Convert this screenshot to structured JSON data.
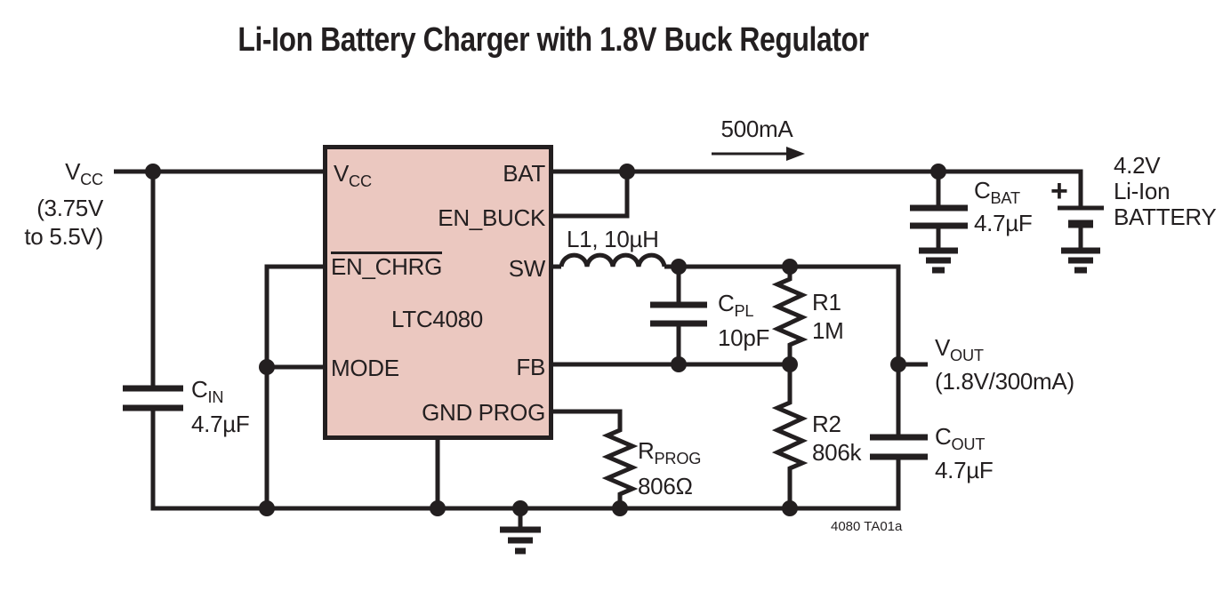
{
  "title": "Li-Ion Battery Charger with 1.8V Buck Regulator",
  "ic": {
    "part_number": "LTC4080",
    "fill_color": "#EBC8C0",
    "pins": {
      "vcc_main": "V",
      "vcc_sub": "CC",
      "bat": "BAT",
      "en_buck": "EN_BUCK",
      "en_chrg": "EN_CHRG",
      "sw": "SW",
      "mode": "MODE",
      "fb": "FB",
      "gnd": "GND",
      "prog": "PROG"
    }
  },
  "input": {
    "name_main": "V",
    "name_sub": "CC",
    "range_line1": "(3.75V",
    "range_line2": "to 5.5V)"
  },
  "output": {
    "name_main": "V",
    "name_sub": "OUT",
    "spec": "(1.8V/300mA)"
  },
  "components": {
    "cin": {
      "ref_main": "C",
      "ref_sub": "IN",
      "value": "4.7µF"
    },
    "l1": {
      "label": "L1, 10µH"
    },
    "cpl": {
      "ref_main": "C",
      "ref_sub": "PL",
      "value": "10pF"
    },
    "r1": {
      "ref": "R1",
      "value": "1M"
    },
    "r2": {
      "ref": "R2",
      "value": "806k"
    },
    "rprog": {
      "ref_main": "R",
      "ref_sub": "PROG",
      "value": "806Ω"
    },
    "cbat": {
      "ref_main": "C",
      "ref_sub": "BAT",
      "value": "4.7µF"
    },
    "cout": {
      "ref_main": "C",
      "ref_sub": "OUT",
      "value": "4.7µF"
    },
    "battery": {
      "plus": "+",
      "voltage": "4.2V",
      "chemistry": "Li-Ion",
      "label": "BATTERY"
    }
  },
  "annotations": {
    "charge_current": "500mA",
    "figure_id": "4080 TA01a"
  }
}
